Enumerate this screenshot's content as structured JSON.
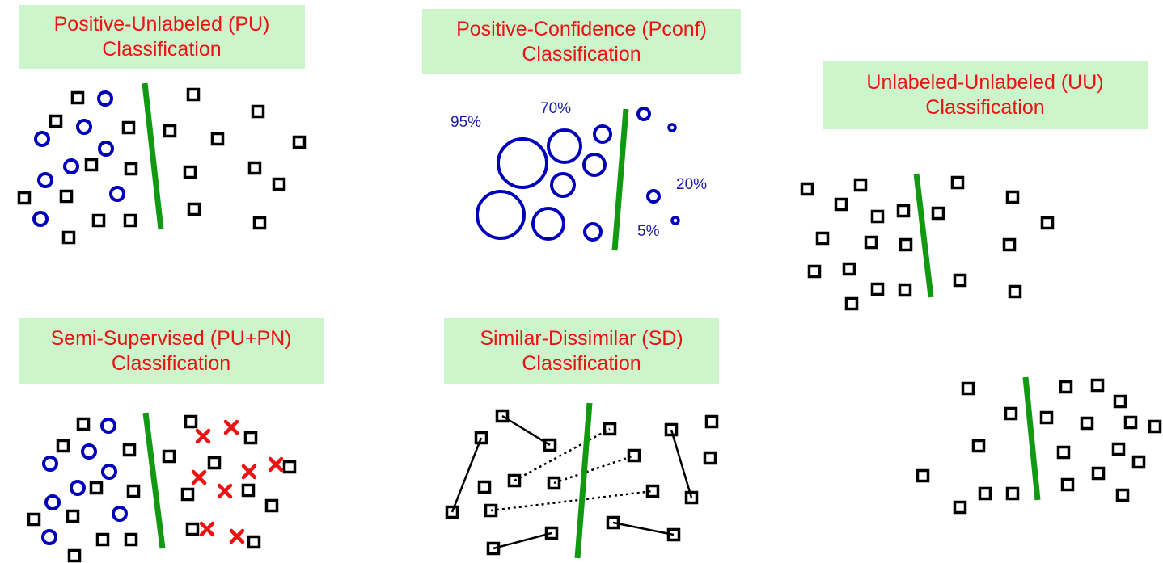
{
  "colors": {
    "title_background": "#ccf5cc",
    "title_text": "#ee1111",
    "positive_circle": "#0000bb",
    "negative_cross": "#ee1111",
    "unlabeled_square": "#000000",
    "decision_boundary": "#119911",
    "percentage_text": "#1a1aa6"
  },
  "icons": {
    "positive": "circle",
    "unlabeled": "square",
    "negative": "cross"
  },
  "panels": {
    "pu": {
      "title_line1": "Positive-Unlabeled (PU)",
      "title_line2": "Classification"
    },
    "pconf": {
      "title_line1": "Positive-Confidence (Pconf)",
      "title_line2": "Classification",
      "confidence_labels": [
        "95%",
        "70%",
        "20%",
        "5%"
      ]
    },
    "uu": {
      "title_line1": "Unlabeled-Unlabeled (UU)",
      "title_line2": "Classification"
    },
    "ssl": {
      "title_line1": "Semi-Supervised (PU+PN)",
      "title_line2": "Classification"
    },
    "sd": {
      "title_line1": "Similar-Dissimilar (SD)",
      "title_line2": "Classification"
    }
  }
}
